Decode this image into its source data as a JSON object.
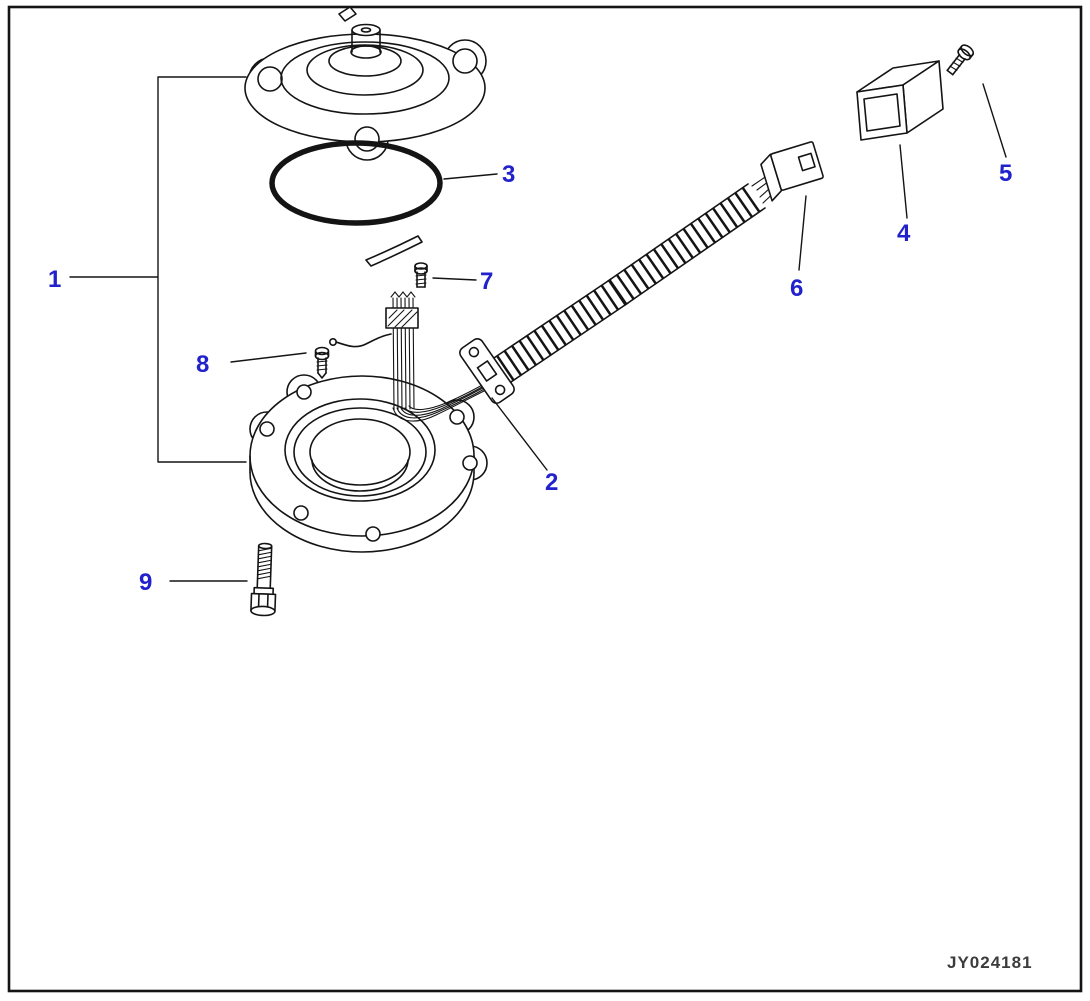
{
  "figure": {
    "drawing_number": "JY024181",
    "colors": {
      "callout": "#2222cc",
      "line": "#141414",
      "background": "#ffffff",
      "drawing_number": "#3c3c3c"
    },
    "callouts": [
      {
        "id": "1",
        "label": "1"
      },
      {
        "id": "2",
        "label": "2"
      },
      {
        "id": "3",
        "label": "3"
      },
      {
        "id": "4",
        "label": "4"
      },
      {
        "id": "5",
        "label": "5"
      },
      {
        "id": "6",
        "label": "6"
      },
      {
        "id": "7",
        "label": "7"
      },
      {
        "id": "8",
        "label": "8"
      },
      {
        "id": "9",
        "label": "9"
      }
    ]
  }
}
